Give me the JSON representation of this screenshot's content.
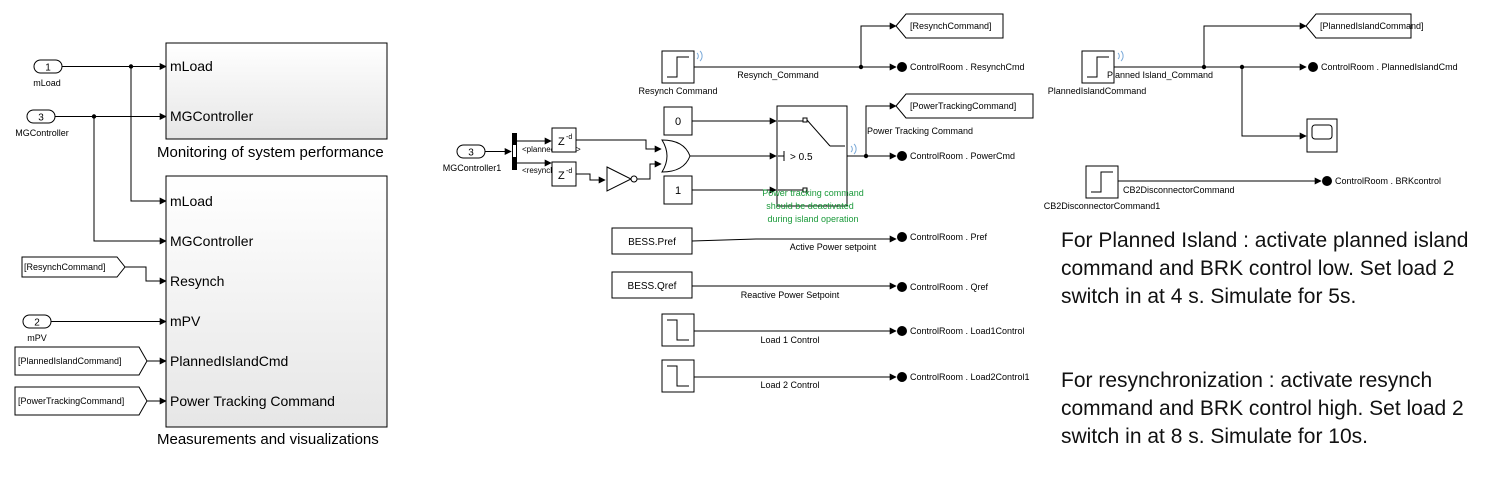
{
  "subsystems": {
    "monitoring": {
      "title": "Monitoring of system performance",
      "ports": [
        "mLoad",
        "MGController"
      ]
    },
    "measurements": {
      "title": "Measurements and visualizations",
      "ports": [
        "mLoad",
        "MGController",
        "Resynch",
        "mPV",
        "PlannedIslandCmd",
        "Power Tracking Command"
      ]
    }
  },
  "inports": {
    "mload": {
      "number": "1",
      "name": "mLoad"
    },
    "mgcontroller": {
      "number": "3",
      "name": "MGController"
    },
    "mpv": {
      "number": "2",
      "name": "mPV"
    },
    "mgcontroller1": {
      "number": "3",
      "name": "MGController1"
    }
  },
  "from_tags": {
    "resynch": "[ResynchCommand]",
    "planned_island": "[PlannedIslandCommand]",
    "power_tracking": "[PowerTrackingCommand]"
  },
  "goto_tags": {
    "resynch": "[ResynchCommand]",
    "power_tracking": "[PowerTrackingCommand]",
    "planned_island": "[PlannedIslandCommand]"
  },
  "blocks": {
    "resynch_command": "Resynch Command",
    "resynch_signal": "Resynch_Command",
    "bus_planned": "<plannedisland>",
    "bus_resynch": "<resynch>",
    "delay_label": "Z",
    "delay_exp": "-d",
    "const_zero": "0",
    "const_one": "1",
    "switch_threshold": "> 0.5",
    "power_tracking_signal": "Power Tracking Command",
    "switch_note": [
      "Power tracking command",
      "should be deactivated",
      "during island operation"
    ],
    "bess_pref": "BESS.Pref",
    "active_power": "Active Power setpoint",
    "bess_qref": "BESS.Qref",
    "reactive_power": "Reactive Power Setpoint",
    "load1_control": "Load 1 Control",
    "load2_control": "Load 2 Control",
    "planned_island_signal": "Planned Island_Command",
    "planned_island_command": "PlannedIslandCommand",
    "cb2_signal": "CB2DisconnectorCommand",
    "cb2_block": "CB2DisconnectorCommand1"
  },
  "outputs": {
    "resynch_cmd": "ControlRoom . ResynchCmd",
    "power_cmd": "ControlRoom . PowerCmd",
    "pref": "ControlRoom . Pref",
    "qref": "ControlRoom . Qref",
    "load1": "ControlRoom . Load1Control",
    "load2": "ControlRoom . Load2Control1",
    "planned_island_cmd": "ControlRoom . PlannedIslandCmd",
    "brk_control": "ControlRoom . BRKcontrol"
  },
  "notes": {
    "planned_island": "For Planned Island : activate planned island command  and BRK control low. Set load 2 switch in at 4 s. Simulate for 5s.",
    "resynch": "For resynchronization : activate resynch command and BRK control high. Set load 2 switch in at 8 s. Simulate for 10s."
  },
  "colors": {
    "note_green": "#1a9a3a",
    "wire": "#000000",
    "block_fill": "#ffffff"
  }
}
